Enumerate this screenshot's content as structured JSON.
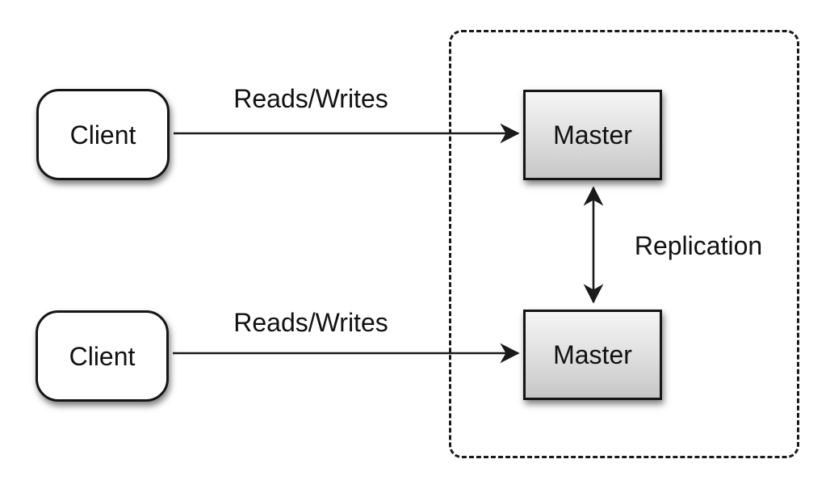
{
  "diagram": {
    "type": "architecture-diagram",
    "topic": "master-master-replication",
    "nodes": {
      "client_top": {
        "label": "Client"
      },
      "client_bottom": {
        "label": "Client"
      },
      "master_top": {
        "label": "Master"
      },
      "master_bottom": {
        "label": "Master"
      }
    },
    "edge_labels": {
      "reads_writes_top": "Reads/Writes",
      "reads_writes_bottom": "Reads/Writes",
      "replication": "Replication"
    },
    "edges": [
      {
        "from": "client_top",
        "to": "master_top",
        "label": "Reads/Writes",
        "direction": "one-way"
      },
      {
        "from": "client_bottom",
        "to": "master_bottom",
        "label": "Reads/Writes",
        "direction": "one-way"
      },
      {
        "from": "master_top",
        "to": "master_bottom",
        "label": "Replication",
        "direction": "two-way"
      }
    ],
    "group": {
      "contains": [
        "master_top",
        "master_bottom"
      ],
      "border_style": "dashed"
    },
    "colors": {
      "background": "#ffffff",
      "stroke": "#1a1a1a",
      "text": "#111111",
      "client_fill": "#ffffff",
      "master_fill_top": "#f5f5f5",
      "master_fill_bottom": "#c7c7c7"
    }
  }
}
